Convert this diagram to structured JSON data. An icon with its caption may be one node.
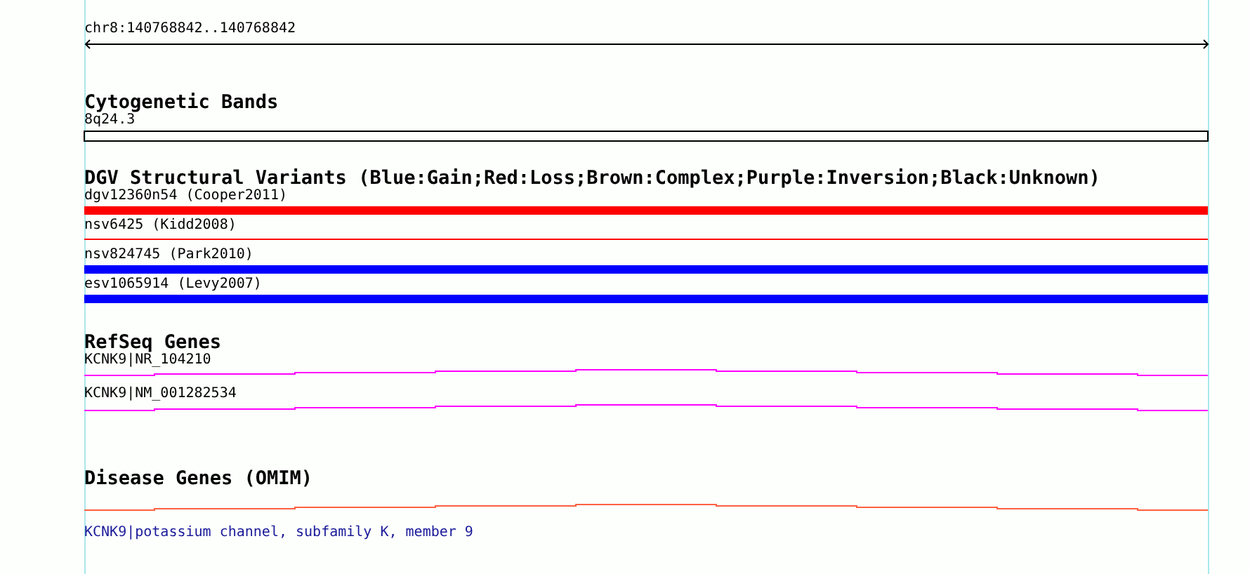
{
  "diagram": {
    "labels": [
      "chr8:140768842..140768842",
      "Cytogenetic Bands",
      "8q24.3",
      "DGV Structural Variants (Blue:Gain;Red:Loss;Brown:Complex;Purple:Inversion;Black:Unknown)",
      "dgv12360n54 (Cooper2011)",
      "nsv6425 (Kidd2008)",
      "nsv824745 (Park2010)",
      "esv1065914 (Levy2007)",
      "RefSeq Genes",
      "KCNK9|NR_104210",
      "KCNK9|NM_001282534",
      "Disease Genes (OMIM)",
      "KCNK9|potassium channel, subfamily K, member 9"
    ]
  }
}
